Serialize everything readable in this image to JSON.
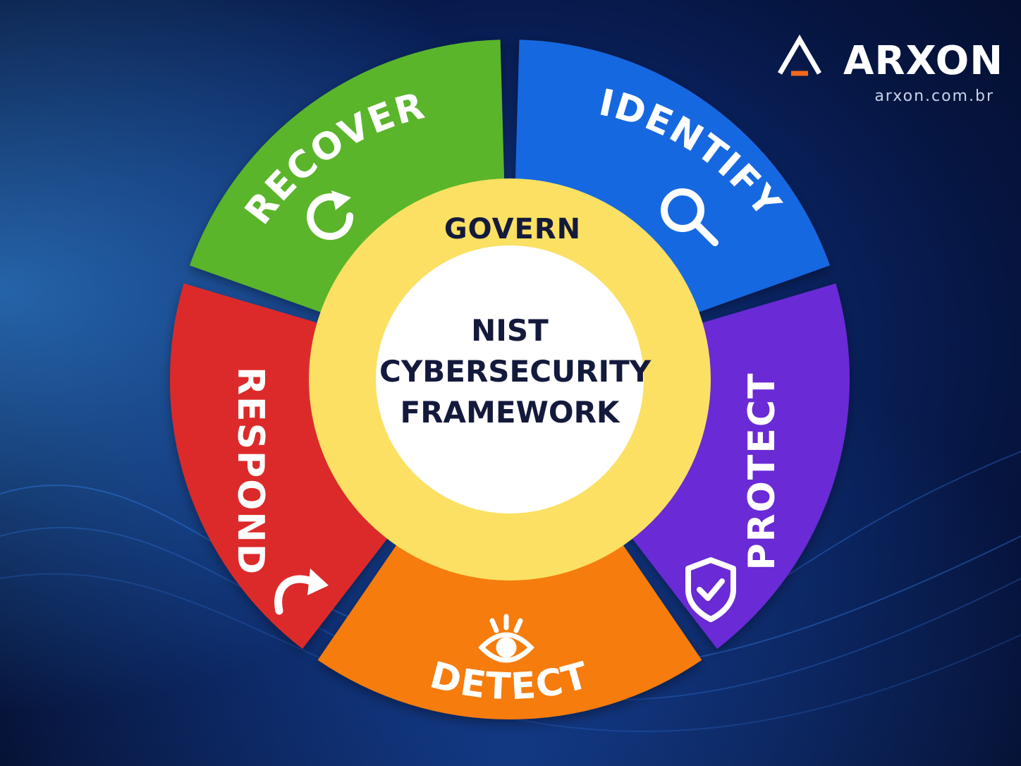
{
  "brand": {
    "name": "ARXON",
    "url": "arxon.com.br"
  },
  "center": {
    "ring_label": "GOVERN",
    "title_lines": [
      "NIST",
      "CYBERSECURITY",
      "FRAMEWORK"
    ]
  },
  "segments": [
    {
      "key": "identify",
      "label": "IDENTIFY",
      "color": "#1667e0",
      "icon": "magnifier-icon"
    },
    {
      "key": "protect",
      "label": "PROTECT",
      "color": "#6a2ad6",
      "icon": "shield-check-icon"
    },
    {
      "key": "detect",
      "label": "DETECT",
      "color": "#f57c0e",
      "icon": "eye-icon"
    },
    {
      "key": "respond",
      "label": "RESPOND",
      "color": "#dc2a2a",
      "icon": "curved-arrow-icon"
    },
    {
      "key": "recover",
      "label": "RECOVER",
      "color": "#5ab52a",
      "icon": "refresh-icon"
    }
  ],
  "colors": {
    "govern_ring": "#fbe063",
    "center_fill": "#ffffff",
    "logo_accent": "#f26a1b"
  }
}
